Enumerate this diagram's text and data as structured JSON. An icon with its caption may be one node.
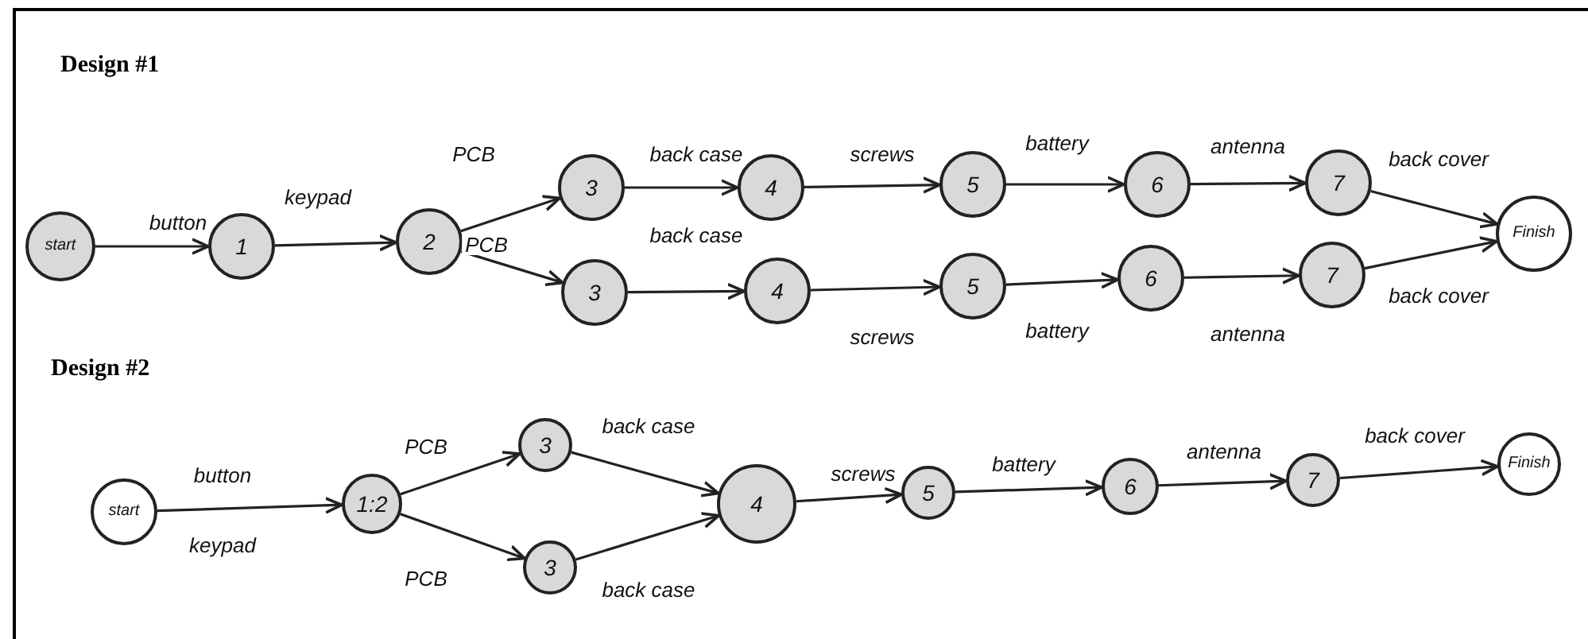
{
  "diagram": {
    "nodes": [
      {
        "text": [
          "start"
        ]
      },
      {
        "text": [
          "1"
        ]
      },
      {
        "text": [
          "2"
        ]
      },
      {
        "text": [
          "3"
        ]
      },
      {
        "text": [
          "4"
        ]
      },
      {
        "text": [
          "5"
        ]
      },
      {
        "text": [
          "6"
        ]
      },
      {
        "text": [
          "7"
        ]
      },
      {
        "text": [
          "3"
        ]
      },
      {
        "text": [
          "4"
        ]
      },
      {
        "text": [
          "5"
        ]
      },
      {
        "text": [
          "6"
        ]
      },
      {
        "text": [
          "7"
        ]
      },
      {
        "text": [
          "Finish"
        ]
      },
      {
        "text": [
          "start"
        ]
      },
      {
        "text": [
          "1:2"
        ]
      },
      {
        "text": [
          "3"
        ]
      },
      {
        "text": [
          "3"
        ]
      },
      {
        "text": [
          "4"
        ]
      },
      {
        "text": [
          "5"
        ]
      },
      {
        "text": [
          "6"
        ]
      },
      {
        "text": [
          "7"
        ]
      },
      {
        "text": [
          "Finish"
        ]
      }
    ],
    "edges": [
      {
        "from": 0,
        "to": 1,
        "arrow": "to",
        "label": "button"
      },
      {
        "from": 1,
        "to": 2,
        "arrow": "to",
        "label": "keypad"
      },
      {
        "from": 2,
        "to": 3,
        "arrow": "to",
        "label": "PCB"
      },
      {
        "from": 2,
        "to": 8,
        "arrow": "to",
        "label": "PCB"
      },
      {
        "from": 3,
        "to": 4,
        "arrow": "to",
        "label": "back case"
      },
      {
        "from": 4,
        "to": 5,
        "arrow": "to",
        "label": "screws"
      },
      {
        "from": 5,
        "to": 6,
        "arrow": "to",
        "label": "battery"
      },
      {
        "from": 6,
        "to": 7,
        "arrow": "to",
        "label": "antenna"
      },
      {
        "from": 7,
        "to": 13,
        "arrow": "to",
        "label": "back cover"
      },
      {
        "from": 8,
        "to": 9,
        "arrow": "to",
        "label": "back case"
      },
      {
        "from": 9,
        "to": 10,
        "arrow": "to",
        "label": "screws"
      },
      {
        "from": 10,
        "to": 11,
        "arrow": "to",
        "label": "battery"
      },
      {
        "from": 11,
        "to": 12,
        "arrow": "to",
        "label": "antenna"
      },
      {
        "from": 12,
        "to": 13,
        "arrow": "to",
        "label": "back cover"
      },
      {
        "from": 14,
        "to": 15,
        "arrow": "to",
        "label": "button"
      },
      {
        "from": 15,
        "to": 16,
        "arrow": "to",
        "label": "PCB"
      },
      {
        "from": 15,
        "to": 17,
        "arrow": "to",
        "label": "PCB"
      },
      {
        "from": 16,
        "to": 18,
        "arrow": "to",
        "label": "back case"
      },
      {
        "from": 17,
        "to": 18,
        "arrow": "to",
        "label": "back case"
      },
      {
        "from": 18,
        "to": 19,
        "arrow": "to",
        "label": "screws"
      },
      {
        "from": 19,
        "to": 20,
        "arrow": "to",
        "label": "battery"
      },
      {
        "from": 20,
        "to": 21,
        "arrow": "to",
        "label": "antenna"
      },
      {
        "from": 21,
        "to": 22,
        "arrow": "to",
        "label": "back cover"
      }
    ],
    "labels": [
      "Design #1",
      "Design #2",
      "keypad"
    ]
  }
}
